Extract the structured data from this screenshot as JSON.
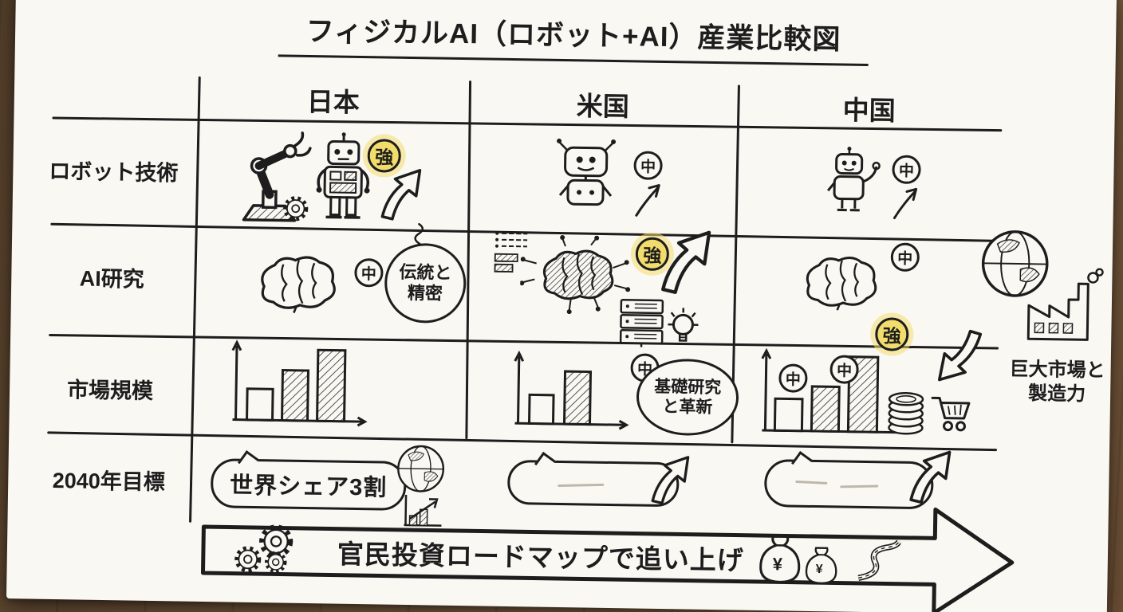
{
  "title": "フィジカルAI（ロボット+AI）産業比較図",
  "columns": {
    "japan": "日本",
    "usa": "米国",
    "china": "中国"
  },
  "rows": {
    "robot": "ロボット技術",
    "ai": "AI研究",
    "market": "市場規模",
    "goal2040": "2040年目標"
  },
  "ratings": {
    "japan_robot": "強",
    "japan_ai": "中",
    "usa_robot": "中",
    "usa_ai": "強",
    "usa_market": "中",
    "china_robot": "中",
    "china_ai": "中",
    "china_market_bar1": "中",
    "china_market_bar2": "中",
    "china_market_bar3": "強"
  },
  "notes": {
    "japan_ai": {
      "line1": "伝統と",
      "line2": "精密"
    },
    "usa_ai": {
      "line1": "基礎研究",
      "line2": "と革新"
    },
    "china_market": {
      "line1": "巨大市場と",
      "line2": "製造力"
    },
    "japan_goal": "世界シェア3割"
  },
  "banner": {
    "text": "官民投資ロードマップで追い上げ"
  },
  "icons": {
    "yen": "¥"
  },
  "colors": {
    "ink": "#1d1d1d",
    "paper": "#faf8f3",
    "highlight": "#f2dc6b",
    "wood": "#6d5036"
  }
}
